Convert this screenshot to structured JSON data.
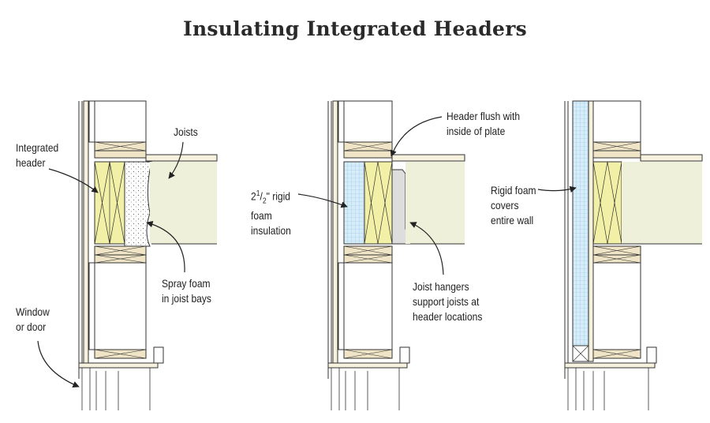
{
  "title": "Insulating Integrated Headers",
  "labels": {
    "joists": [
      "Joists"
    ],
    "integrated_header": [
      "Integrated",
      "header"
    ],
    "spray_foam": [
      "Spray foam",
      "in joist bays"
    ],
    "window_door": [
      "Window",
      "or door"
    ],
    "header_flush": [
      "Header flush with",
      "inside of plate"
    ],
    "rigid_foam_insulation": {
      "whole": "2",
      "num": "1",
      "den": "2",
      "rest": "\" rigid",
      "lines": [
        "foam",
        "insulation"
      ]
    },
    "joist_hangers": [
      "Joist hangers",
      "support joists at",
      "header locations"
    ],
    "rigid_foam_covers": [
      "Rigid foam",
      "covers",
      "entire wall"
    ]
  },
  "colors": {
    "wood": "#f6f1dc",
    "header_yellow": "#f2f0a6",
    "joist_fill": "#eef0d9",
    "foam_blue": "#d6ecf8",
    "foam_grid": "#8fc6e6",
    "plate": "#efe4c6",
    "line": "#333333"
  }
}
